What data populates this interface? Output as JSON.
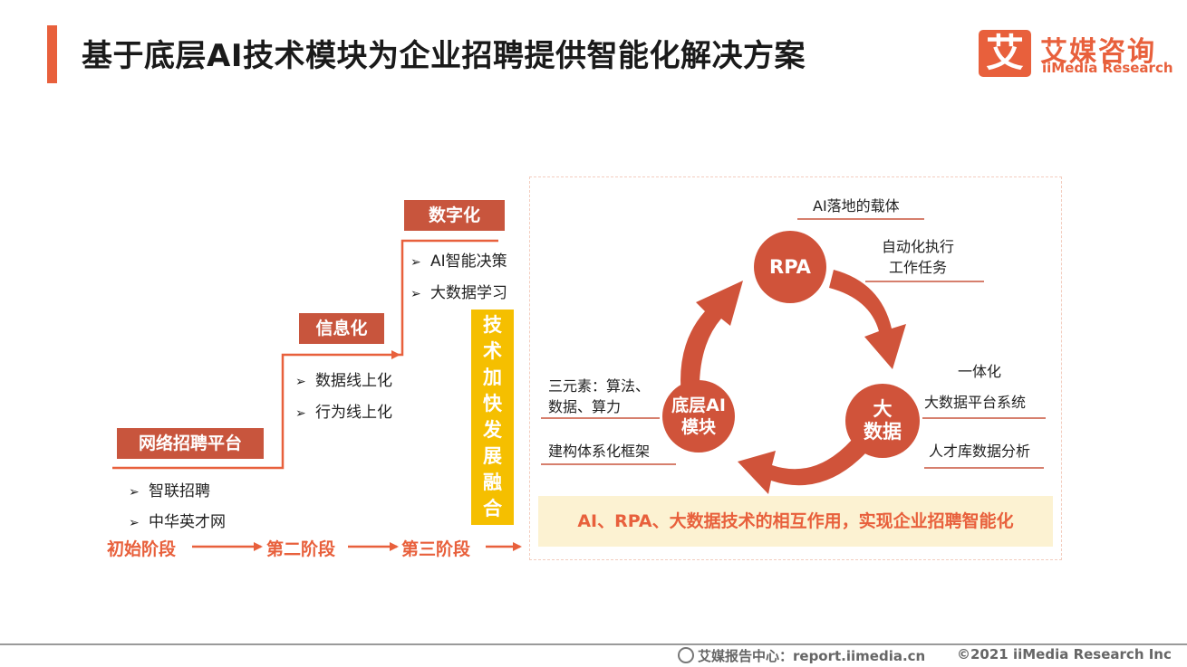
{
  "header": {
    "title": "基于底层AI技术模块为企业招聘提供智能化解决方案"
  },
  "logo": {
    "mark": "艾",
    "name_cn": "艾媒咨询",
    "name_en": "iiMedia Research"
  },
  "stages": {
    "steps": [
      {
        "label": "网络招聘平台",
        "bullets": [
          "智联招聘",
          "中华英才网"
        ]
      },
      {
        "label": "信息化",
        "bullets": [
          "数据线上化",
          "行为线上化"
        ]
      },
      {
        "label": "数字化",
        "bullets": [
          "AI智能决策",
          "大数据学习"
        ]
      }
    ],
    "phases": [
      "初始阶段",
      "第二阶段",
      "第三阶段"
    ],
    "vertical_chars": [
      "技",
      "术",
      "加",
      "快",
      "发",
      "展",
      "融",
      "合"
    ]
  },
  "cycle": {
    "rpa": {
      "title": "RPA",
      "note_top": "AI落地的载体",
      "note_right_1": "自动化执行",
      "note_right_2": "工作任务"
    },
    "bigdata": {
      "title_1": "大",
      "title_2": "数据",
      "note_1": "一体化",
      "note_2": "大数据平台系统",
      "note_3": "人才库数据分析"
    },
    "ai": {
      "title_1": "底层AI",
      "title_2": "模块",
      "note_1": "三元素：算法、",
      "note_2": "数据、算力",
      "note_3": "建构体系化框架"
    },
    "banner": "AI、RPA、大数据技术的相互作用，实现企业招聘智能化"
  },
  "footer": {
    "center": "艾媒报告中心：report.iimedia.cn",
    "copyright": "©2021  iiMedia Research  Inc"
  },
  "colors": {
    "accent": "#e8603c",
    "box": "#c8553d",
    "circle": "#d0533a",
    "highlight": "#f5bf00",
    "banner_bg": "#fcf2d2"
  }
}
